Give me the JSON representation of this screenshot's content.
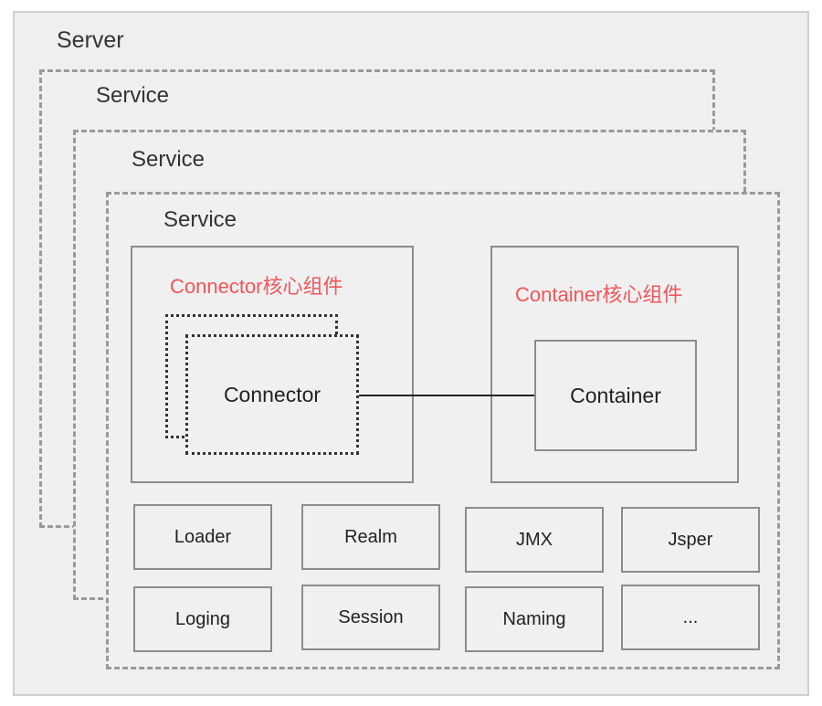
{
  "server": {
    "label": "Server"
  },
  "services": [
    {
      "label": "Service"
    },
    {
      "label": "Service"
    },
    {
      "label": "Service"
    }
  ],
  "connector_group": {
    "title": "Connector核心组件",
    "component": "Connector"
  },
  "container_group": {
    "title": "Container核心组件",
    "component": "Container"
  },
  "components": [
    "Loader",
    "Realm",
    "JMX",
    "Jsper",
    "Loging",
    "Session",
    "Naming",
    "..."
  ],
  "colors": {
    "highlight": "#f0565b",
    "border": "#8c8c8c",
    "background": "#f0f0f0"
  }
}
